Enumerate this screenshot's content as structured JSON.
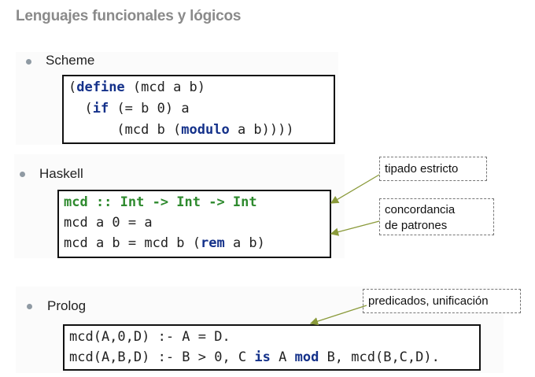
{
  "title": "Lenguajes funcionales y lógicos",
  "colors": {
    "title": "#8a8a8a",
    "keyword": "#14318a",
    "signature": "#2e8a2e",
    "arrow": "#8a9a3a"
  },
  "sections": {
    "scheme": {
      "label": "Scheme",
      "code": [
        [
          "(",
          "define",
          " (mcd a b)"
        ],
        [
          "  (",
          "if",
          " (= b 0) a"
        ],
        [
          "      (mcd b (",
          "modulo",
          " a b))))"
        ]
      ]
    },
    "haskell": {
      "label": "Haskell",
      "code": {
        "signature": "mcd :: Int -> Int -> Int",
        "line2": "mcd a 0 = a",
        "line3_pre": "mcd a b = mcd b (",
        "line3_kw": "rem",
        "line3_post": " a b)"
      },
      "callouts": [
        "tipado estricto",
        "concordancia",
        "de patrones"
      ]
    },
    "prolog": {
      "label": "Prolog",
      "code": {
        "line1": "mcd(A,0,D) :- A = D.",
        "line2_a": "mcd(A,B,D) :- B > 0, C ",
        "line2_kw1": "is",
        "line2_b": " A ",
        "line2_kw2": "mod",
        "line2_c": " B, mcd(B,C,D)."
      },
      "callout": "predicados, unificación"
    }
  }
}
